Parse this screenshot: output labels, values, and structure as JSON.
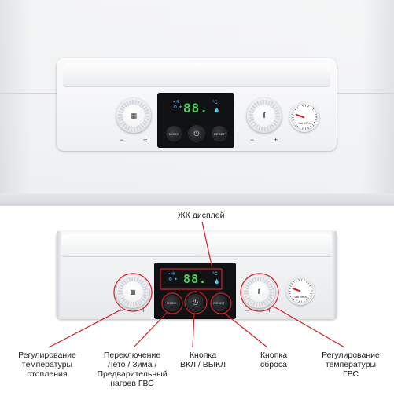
{
  "boiler": {
    "lcd_value": "88.",
    "lcd_unit": "°C",
    "mode_button": "MODE",
    "power_icon": "power-icon",
    "reset_button": "RESET",
    "knob_minus": "−",
    "knob_plus": "+",
    "gauge_unit": "bar MPa"
  },
  "annotations": {
    "lcd_display": "ЖК дисплей",
    "heating_temp": [
      "Регулирование",
      "температуры",
      "отопления"
    ],
    "mode_switch": [
      "Переключение",
      "Лето / Зима /",
      "Предварительный",
      "нагрев ГВС"
    ],
    "power_button": [
      "Кнопка",
      "ВКЛ / ВЫКЛ"
    ],
    "reset_button": [
      "Кнопка",
      "сброса"
    ],
    "dhw_temp": [
      "Регулирование",
      "температуры",
      "ГВС"
    ]
  },
  "colors": {
    "callout": "#d21f26",
    "lcd_digits": "#4dd25a",
    "lcd_icons": "#4aa3f0",
    "panel_dark": "#111214"
  }
}
